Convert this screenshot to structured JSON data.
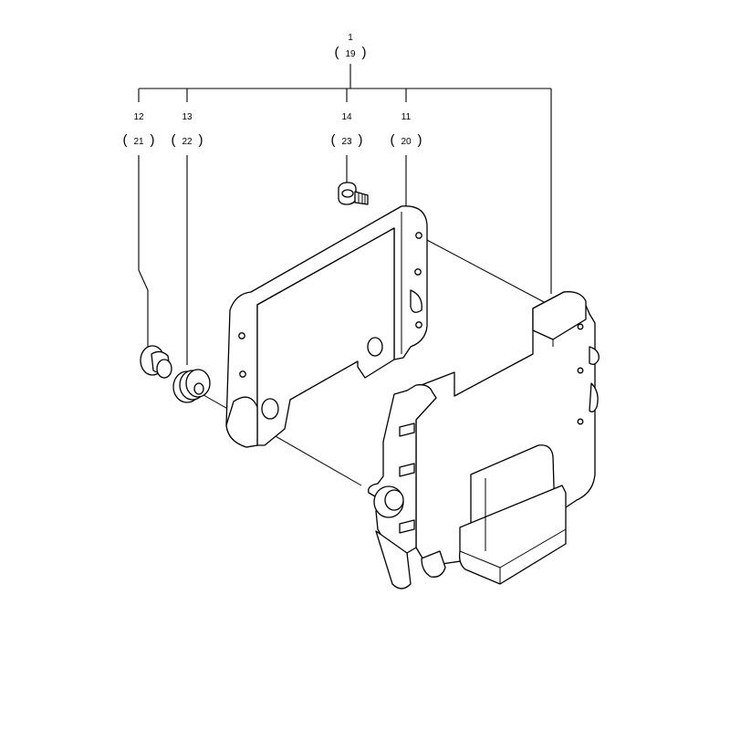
{
  "callouts": {
    "c1": {
      "num": "1",
      "ref": "19"
    },
    "c12": {
      "num": "12",
      "ref": "21"
    },
    "c13": {
      "num": "13",
      "ref": "22"
    },
    "c14": {
      "num": "14",
      "ref": "23"
    },
    "c11": {
      "num": "11",
      "ref": "20"
    }
  },
  "bracket_open": "(",
  "bracket_close": ")"
}
